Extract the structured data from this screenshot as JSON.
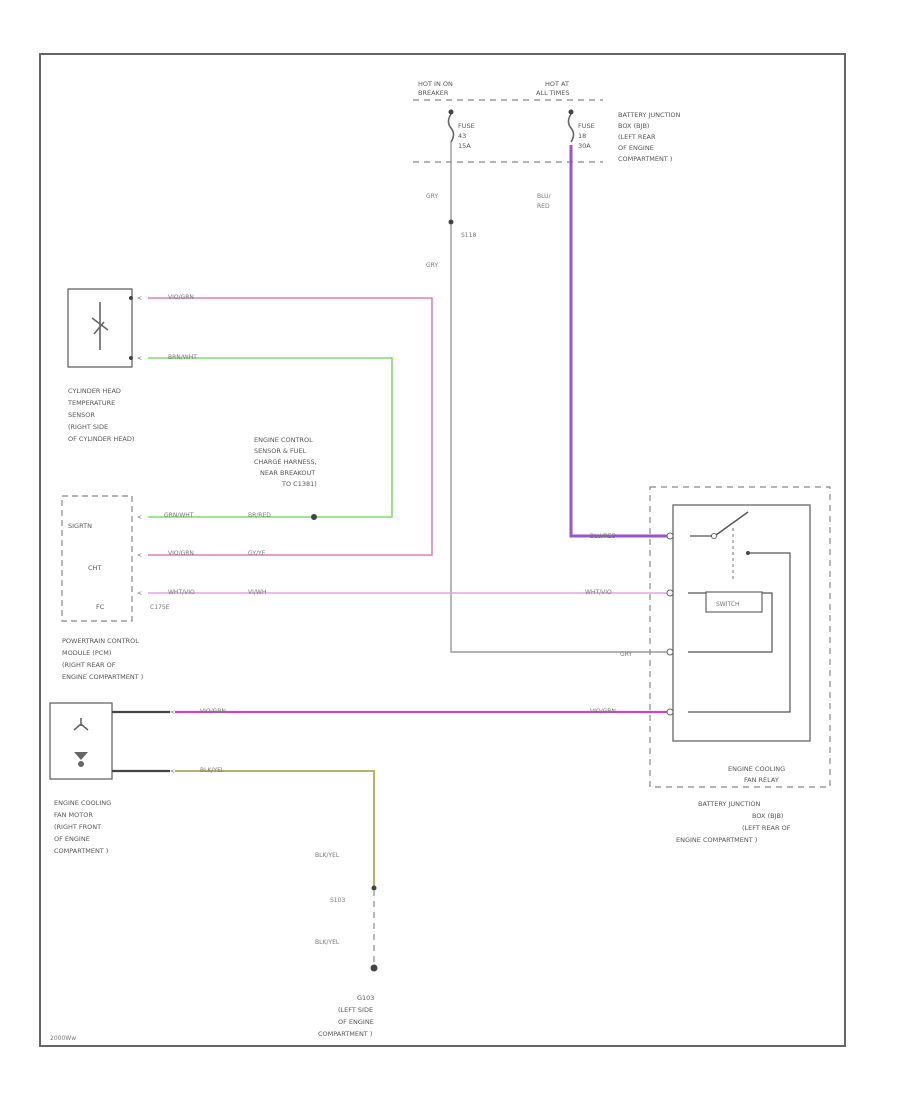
{
  "power": {
    "hot_run_line1": "HOT IN ON",
    "hot_run_line2": "BREAKER",
    "hot_all_line1": "HOT AT",
    "hot_all_line2": "ALL TIMES",
    "fuse_left_line1": "FUSE",
    "fuse_left_line2": "43",
    "fuse_left_line3": "15A",
    "fuse_right_line1": "FUSE",
    "fuse_right_line2": "18",
    "fuse_right_line3": "30A",
    "bjb_top_line1": "BATTERY JUNCTION",
    "bjb_top_line2": "BOX (BJB)",
    "bjb_top_line3": "(LEFT REAR",
    "bjb_top_line4": "OF ENGINE",
    "bjb_top_line5": "COMPARTMENT )"
  },
  "wires": {
    "gry_1": "GRY",
    "gry_2": "GRY",
    "gry_3": "GRY",
    "splice_s118": "S118",
    "blu_red_1": "BLU/",
    "blu_red_2": "RED",
    "blu_red_3": "BLU/RED",
    "vio_grn_1": "VIO/GRN",
    "brn_wht_1": "BRN/WHT",
    "grn_wht": "GRN/WHT",
    "brn_red": "BR/RED",
    "vio_grn_2": "VIO/GRN",
    "gy_ye": "GY/YE",
    "wht_vio_1": "WHT/VIO",
    "vi_wh": "VI/WH",
    "wht_vio_2": "WHT/VIO",
    "vio_grn_3": "VIO/GRN",
    "vio_grn_4": "VIO/GRN",
    "blk_yel_1": "BLK/YEL",
    "blk_yel_2": "BLK/YEL",
    "blk_yel_3": "BLK/YEL",
    "splice_s103": "S103"
  },
  "components": {
    "chts_line1": "CYLINDER HEAD",
    "chts_line2": "TEMPERATURE",
    "chts_line3": "SENSOR",
    "chts_line4": "(RIGHT SIDE",
    "chts_line5": "OF CYLINDER HEAD)",
    "ecs_line1": "ENGINE CONTROL",
    "ecs_line2": "SENSOR & FUEL",
    "ecs_line3": "CHARGE HARNESS,",
    "ecs_line4": "NEAR BREAKOUT",
    "ecs_line5": "TO C1381)",
    "pcm_pin1": "SIGRTN",
    "pcm_pin2": "CHT",
    "pcm_pin3": "FC",
    "pcm_conn": "C175E",
    "pcm_line1": "POWERTRAIN CONTROL",
    "pcm_line2": "MODULE (PCM)",
    "pcm_line3": "(RIGHT REAR OF",
    "pcm_line4": "ENGINE COMPARTMENT )",
    "fan_line1": "ENGINE COOLING",
    "fan_line2": "FAN MOTOR",
    "fan_line3": "(RIGHT FRONT",
    "fan_line4": "OF ENGINE",
    "fan_line5": "COMPARTMENT )",
    "relay_line1": "ENGINE COOLING",
    "relay_line2": "FAN RELAY",
    "relay_coil": "SWITCH",
    "bjb_bottom_line1": "BATTERY JUNCTION",
    "bjb_bottom_line2": "BOX (BJB)",
    "bjb_bottom_line3": "(LEFT REAR OF",
    "bjb_bottom_line4": "ENGINE COMPARTMENT )",
    "ground_line1": "G103",
    "ground_line2": "(LEFT SIDE",
    "ground_line3": "OF ENGINE",
    "ground_line4": "COMPARTMENT )",
    "footer_code": "2000Ww"
  },
  "colors": {
    "pink": "#e87fb2",
    "green": "#7ddf6a",
    "violet": "#9955cc",
    "light_violet": "#e9a0ee",
    "magenta": "#cc44cc",
    "olive": "#b8b26a",
    "gray": "#9a9a9a"
  }
}
